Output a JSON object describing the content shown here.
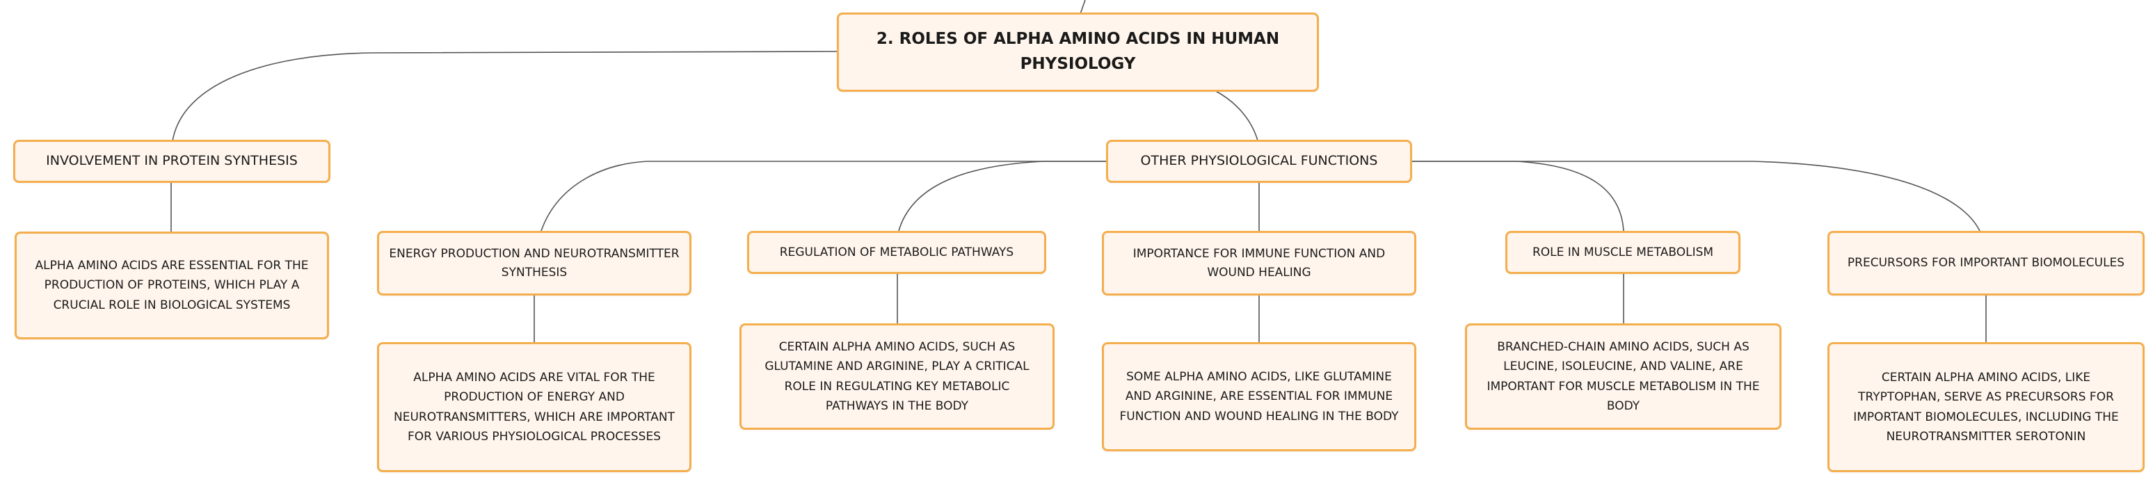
{
  "colors": {
    "node_fill": "#fff5ec",
    "node_border": "#f4ae4e",
    "connector": "#555555"
  },
  "root": {
    "label": "2. ROLES OF ALPHA AMINO ACIDS IN HUMAN PHYSIOLOGY"
  },
  "branches": [
    {
      "label": "INVOLVEMENT IN PROTEIN SYNTHESIS",
      "details": "ALPHA AMINO ACIDS ARE ESSENTIAL FOR THE PRODUCTION OF PROTEINS, WHICH PLAY A CRUCIAL ROLE IN BIOLOGICAL SYSTEMS"
    },
    {
      "label": "OTHER PHYSIOLOGICAL FUNCTIONS",
      "children": [
        {
          "label": "ENERGY PRODUCTION AND NEUROTRANSMITTER SYNTHESIS",
          "details": "ALPHA AMINO ACIDS ARE VITAL FOR THE PRODUCTION OF ENERGY AND NEUROTRANSMITTERS, WHICH ARE IMPORTANT FOR VARIOUS PHYSIOLOGICAL PROCESSES"
        },
        {
          "label": "REGULATION OF METABOLIC PATHWAYS",
          "details": "CERTAIN ALPHA AMINO ACIDS, SUCH AS GLUTAMINE AND ARGININE, PLAY A CRITICAL ROLE IN REGULATING KEY METABOLIC PATHWAYS IN THE BODY"
        },
        {
          "label": "IMPORTANCE FOR IMMUNE FUNCTION AND WOUND HEALING",
          "details": "SOME ALPHA AMINO ACIDS, LIKE GLUTAMINE AND ARGININE, ARE ESSENTIAL FOR IMMUNE FUNCTION AND WOUND HEALING IN THE BODY"
        },
        {
          "label": "ROLE IN MUSCLE METABOLISM",
          "details": "BRANCHED-CHAIN AMINO ACIDS, SUCH AS LEUCINE, ISOLEUCINE, AND VALINE, ARE IMPORTANT FOR MUSCLE METABOLISM IN THE BODY"
        },
        {
          "label": "PRECURSORS FOR IMPORTANT BIOMOLECULES",
          "details": "CERTAIN ALPHA AMINO ACIDS, LIKE TRYPTOPHAN, SERVE AS PRECURSORS FOR IMPORTANT BIOMOLECULES, INCLUDING THE NEUROTRANSMITTER SEROTONIN"
        }
      ]
    }
  ]
}
